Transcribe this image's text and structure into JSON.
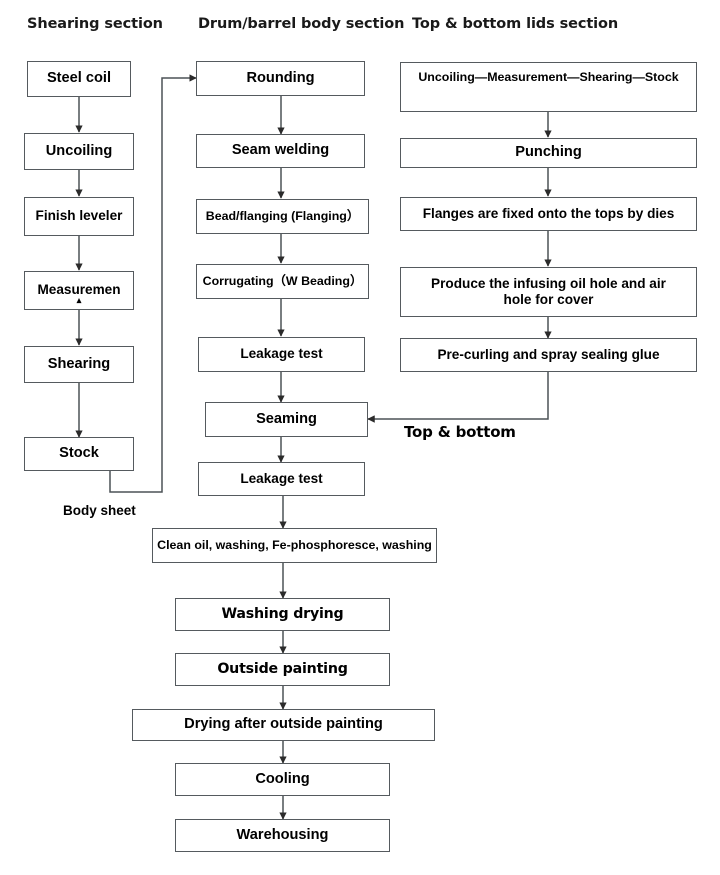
{
  "diagram": {
    "title": "Steel drum / barrel manufacturing process flowchart",
    "background_color": "#ffffff",
    "box_border_color": "#555a5e",
    "line_color": "#4c5256",
    "text_color": "#000000"
  },
  "section_headers": [
    {
      "id": "shearing",
      "label": "Shearing section"
    },
    {
      "id": "drum_body",
      "label": "Drum/barrel body section"
    },
    {
      "id": "lids",
      "label": "Top & bottom lids section"
    }
  ],
  "columns": {
    "shearing": {
      "header": "Shearing section",
      "steps": [
        {
          "label": "Steel coil"
        },
        {
          "label": "Uncoiling"
        },
        {
          "label": "Finish leveler"
        },
        {
          "label": "Measuremen",
          "mark": "▴"
        },
        {
          "label": "Shearing"
        },
        {
          "label": "Stock"
        }
      ]
    },
    "drum_body": {
      "header": "Drum/barrel body section",
      "steps": [
        {
          "label": "Rounding"
        },
        {
          "label": "Seam welding"
        },
        {
          "label": "Bead/flanging (Flanging）"
        },
        {
          "label": "Corrugating（W Beading）"
        },
        {
          "label": "Leakage test"
        },
        {
          "label": "Seaming"
        },
        {
          "label": "Leakage test"
        }
      ]
    },
    "lids": {
      "header": "Top & bottom lids section",
      "steps": [
        {
          "label": "Uncoiling—Measurement—Shearing—Stock"
        },
        {
          "label": "Punching"
        },
        {
          "label": "Flanges are fixed onto the tops by dies"
        },
        {
          "label": "Produce the infusing oil hole and air hole for cover"
        },
        {
          "label": "Pre-curling and spray sealing glue"
        }
      ]
    },
    "finishing": {
      "steps": [
        {
          "label": "Clean oil, washing, Fe-phosphoresce, washing"
        },
        {
          "label": "Washing drying"
        },
        {
          "label": "Outside painting"
        },
        {
          "label": "Drying after outside painting"
        },
        {
          "label": "Cooling"
        },
        {
          "label": "Warehousing"
        }
      ]
    }
  },
  "edge_labels": [
    {
      "id": "body-sheet",
      "label": "Body sheet"
    },
    {
      "id": "top-bottom",
      "label": "Top & bottom"
    }
  ],
  "flow": {
    "shearing_chain": [
      "Steel coil",
      "Uncoiling",
      "Finish leveler",
      "Measuremen",
      "Shearing",
      "Stock"
    ],
    "drum_chain": [
      "Rounding",
      "Seam welding",
      "Bead/flanging (Flanging）",
      "Corrugating（W Beading）",
      "Leakage test",
      "Seaming",
      "Leakage test"
    ],
    "lids_chain": [
      "Uncoiling—Measurement—Shearing—Stock",
      "Punching",
      "Flanges are fixed onto the tops by dies",
      "Produce the infusing oil hole and air hole for cover",
      "Pre-curling and spray sealing glue"
    ],
    "finishing_chain": [
      "Clean oil, washing, Fe-phosphoresce, washing",
      "Washing drying",
      "Outside painting",
      "Drying after outside painting",
      "Cooling",
      "Warehousing"
    ],
    "cross_links": [
      {
        "from": "Stock",
        "to": "Rounding",
        "label": "Body sheet"
      },
      {
        "from": "Pre-curling and spray sealing glue",
        "to": "Seaming",
        "label": "Top & bottom"
      },
      {
        "from": "Leakage test",
        "to": "Clean oil, washing, Fe-phosphoresce, washing",
        "label": ""
      }
    ]
  }
}
